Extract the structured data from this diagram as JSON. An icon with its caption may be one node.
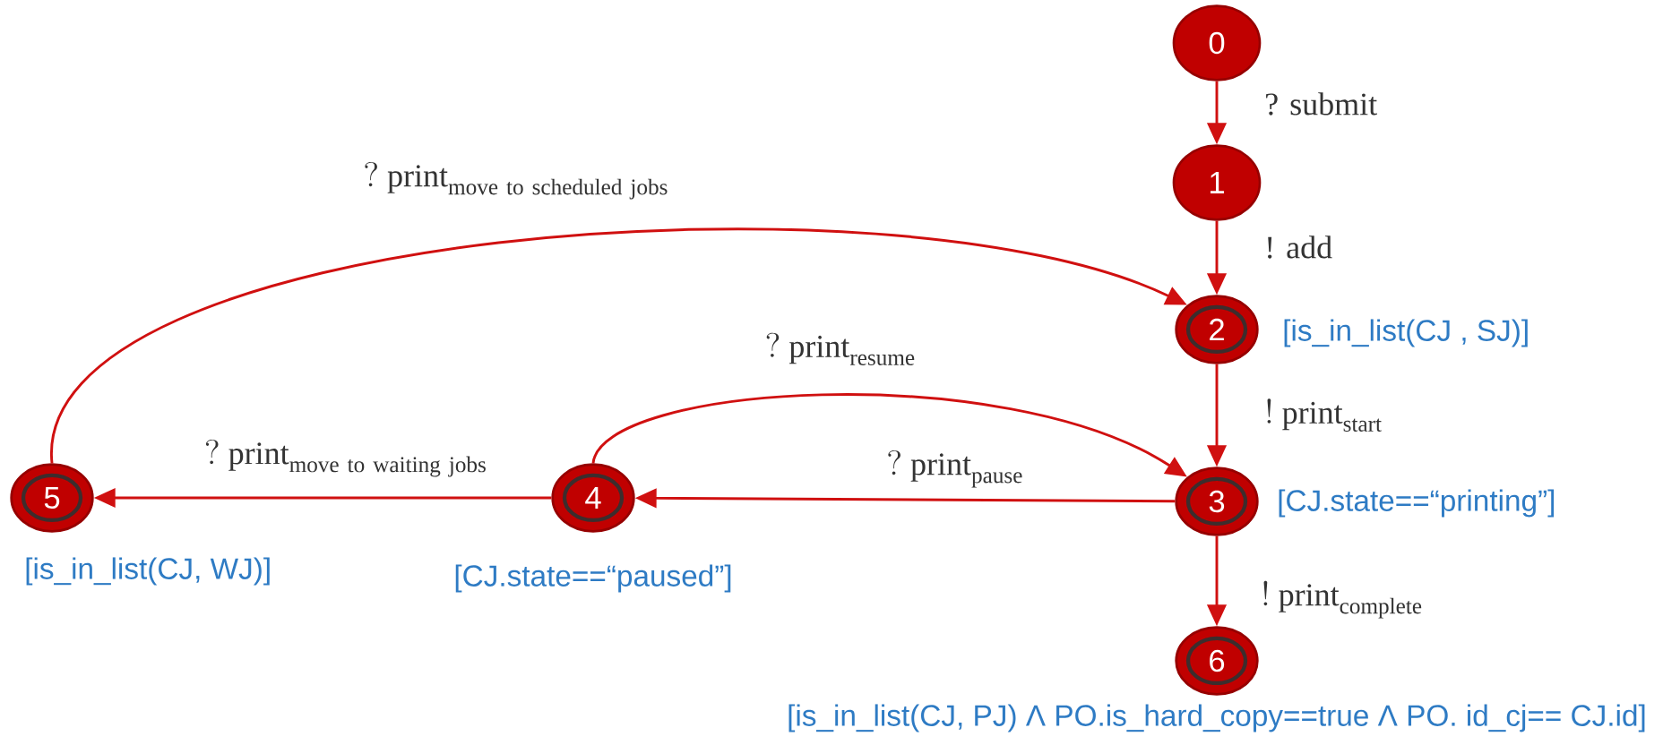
{
  "diagram": {
    "nodes": [
      {
        "text": [
          "0"
        ]
      },
      {
        "text": [
          "1"
        ]
      },
      {
        "text": [
          "2"
        ],
        "beside": [
          "[is_in_list(CJ , SJ)]"
        ]
      },
      {
        "text": [
          "3"
        ],
        "beside": [
          "[CJ.state==“printing”]"
        ]
      },
      {
        "text": [
          "4"
        ],
        "beside": [
          "[CJ.state==“paused”]"
        ]
      },
      {
        "text": [
          "5"
        ],
        "beside": [
          "[is_in_list(CJ, WJ)]"
        ]
      },
      {
        "text": [
          "6"
        ],
        "beside": [
          "[is_in_list(CJ, PJ) Λ PO.is_hard_copy==true Λ PO. id_cj== CJ.id]"
        ]
      }
    ],
    "edges": [
      {
        "from": 0,
        "to": 1,
        "arrow": "to",
        "label": "? submit"
      },
      {
        "from": 1,
        "to": 2,
        "arrow": "to",
        "label": "! add"
      },
      {
        "from": 2,
        "to": 3,
        "arrow": "to",
        "label": "\\mathrm{!\\ print}_{\\mathrm{start}}"
      },
      {
        "from": 3,
        "to": 4,
        "arrow": "to",
        "label": "\\mathrm{?\\ print}_{\\mathrm{pause}}"
      },
      {
        "from": 4,
        "to": 3,
        "arrow": "to",
        "label": "\\mathrm{?\\ print}_{\\mathrm{resume}}"
      },
      {
        "from": 4,
        "to": 5,
        "arrow": "to",
        "label": "\\mathrm{?\\ print}_{\\mathrm{move\\ to\\ waiting\\ jobs}}"
      },
      {
        "from": 5,
        "to": 2,
        "arrow": "to",
        "label": "\\mathrm{?\\ print}_{\\mathrm{move\\ to\\ scheduled\\ jobs}}"
      },
      {
        "from": 3,
        "to": 6,
        "arrow": "to",
        "label": "\\mathrm{!\\ print}_{\\mathrm{complete}}"
      }
    ]
  }
}
